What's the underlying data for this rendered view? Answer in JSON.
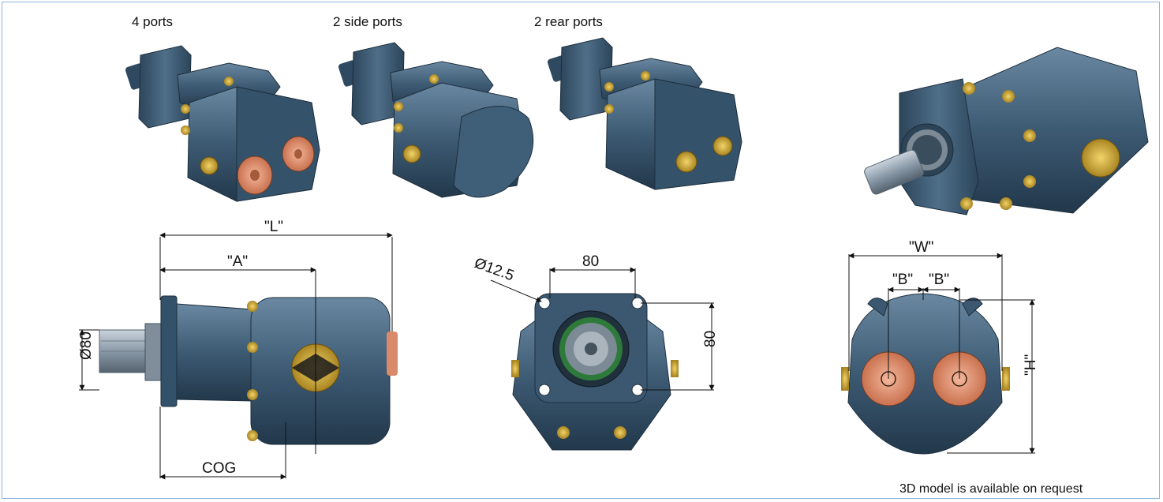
{
  "variants": {
    "four_ports": "4 ports",
    "two_side_ports": "2 side ports",
    "two_rear_ports": "2 rear ports"
  },
  "dimensions": {
    "L": "\"L\"",
    "A": "\"A\"",
    "COG": "COG",
    "shaft_dia": "Ø80",
    "hole_dia": "Ø12.5",
    "bolt_h": "80",
    "bolt_v": "80",
    "W": "\"W\"",
    "B_left": "\"B\"",
    "B_right": "\"B\"",
    "H": "\"H\""
  },
  "notes": {
    "model_request": "3D model is available on request"
  },
  "colors": {
    "body": "#3d5a73",
    "body_light": "#5a7891",
    "body_dark": "#243a4d",
    "brass": "#c9a33a",
    "copper": "#d98a6a",
    "border": "#8fb4d8"
  }
}
